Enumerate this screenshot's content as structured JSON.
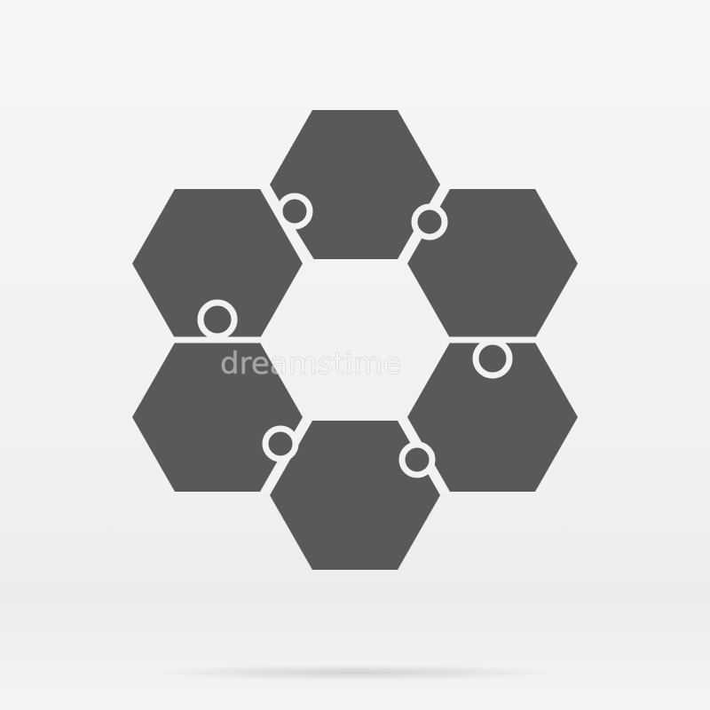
{
  "illustration": {
    "kind": "hexagon-puzzle-ring",
    "piece_count": 6,
    "piece_color": "#58595b",
    "background_color": "#f2f2f2",
    "shadow_color": "#cfcfcf",
    "watermark_text": "dreamstime"
  }
}
